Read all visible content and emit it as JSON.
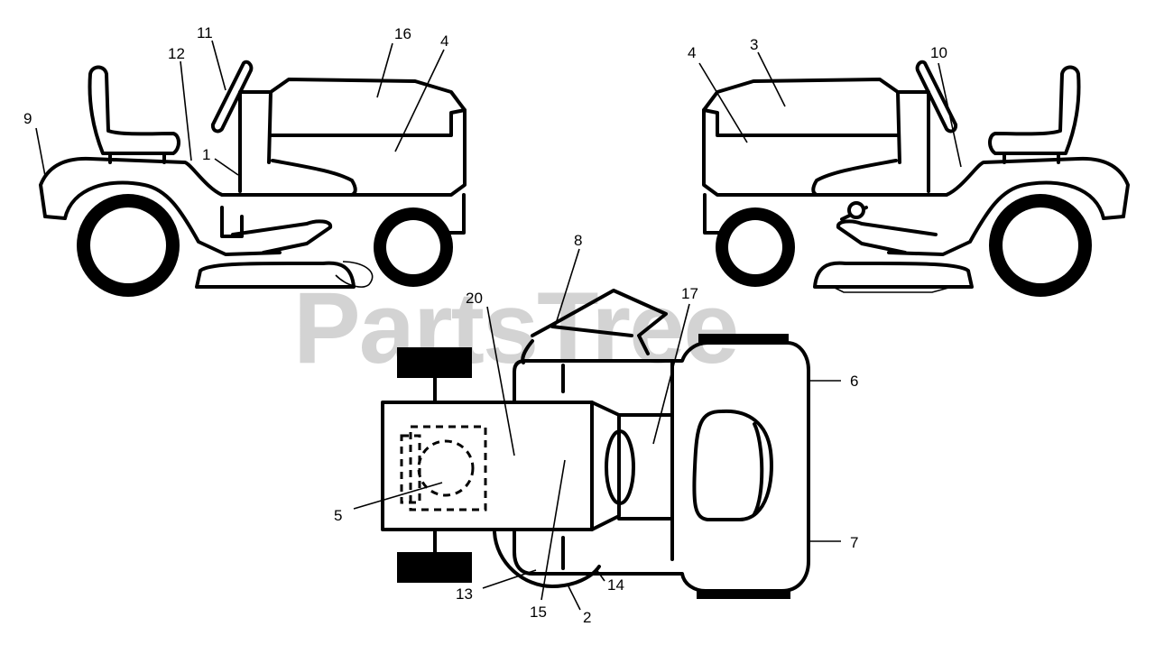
{
  "watermark": "PartsTree",
  "callouts": {
    "c1": "1",
    "c2": "2",
    "c3": "3",
    "c4a": "4",
    "c4b": "4",
    "c5": "5",
    "c6": "6",
    "c7": "7",
    "c8": "8",
    "c9": "9",
    "c10": "10",
    "c11": "11",
    "c12": "12",
    "c13": "13",
    "c14": "14",
    "c15": "15",
    "c16": "16",
    "c17": "17",
    "c20": "20"
  }
}
